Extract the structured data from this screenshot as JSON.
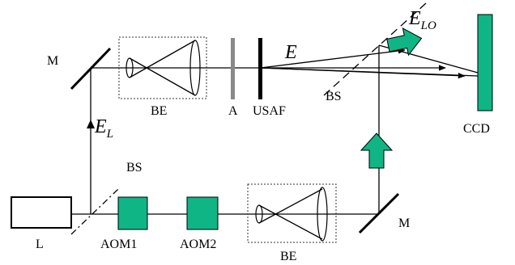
{
  "labels": {
    "mirror_top": "M",
    "mirror_bottom": "M",
    "beam_expander_top": "BE",
    "beam_expander_bottom": "BE",
    "aperture": "A",
    "target": "USAF",
    "beamsplitter_right": "BS",
    "beamsplitter_left": "BS",
    "detector": "CCD",
    "laser": "L",
    "modulator_1": "AOM1",
    "modulator_2": "AOM2",
    "field_object": "E",
    "field_reference": "E",
    "field_reference_sub": "L",
    "field_lo": "E",
    "field_lo_sub": "LO"
  },
  "colors": {
    "component_fill": "#10b585",
    "aperture": "#8a8a8a",
    "line": "#000000"
  }
}
